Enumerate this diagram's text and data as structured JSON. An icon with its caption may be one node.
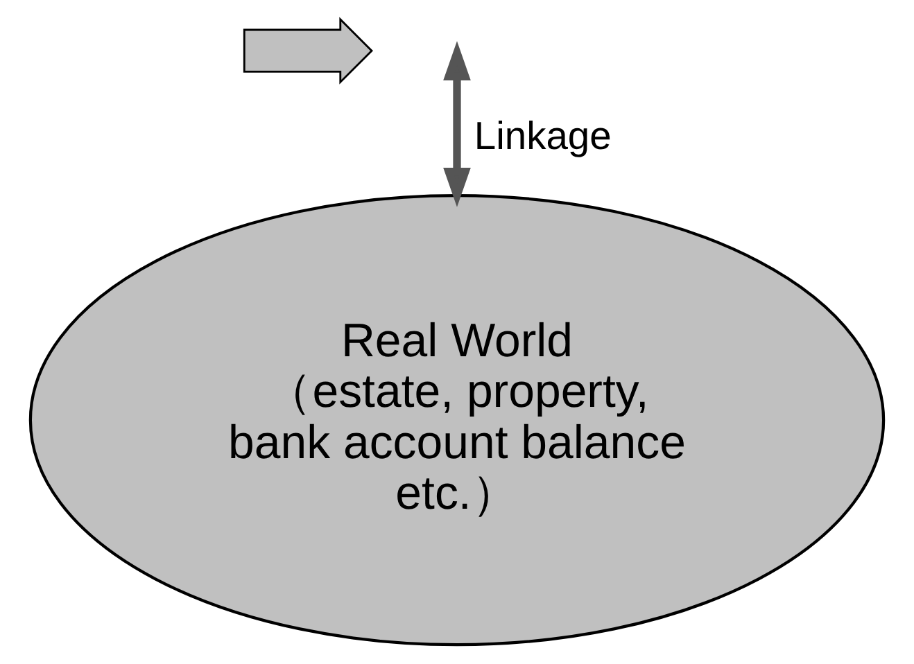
{
  "diagram": {
    "nodes": [
      {
        "text": [],
        "shape": "arrow"
      },
      {
        "text": [
          "Real World",
          "（estate, property, bank account balance etc.）"
        ]
      }
    ],
    "edges": [
      {
        "from": null,
        "to": 1,
        "arrow": "both",
        "label": "Linkage"
      }
    ]
  }
}
